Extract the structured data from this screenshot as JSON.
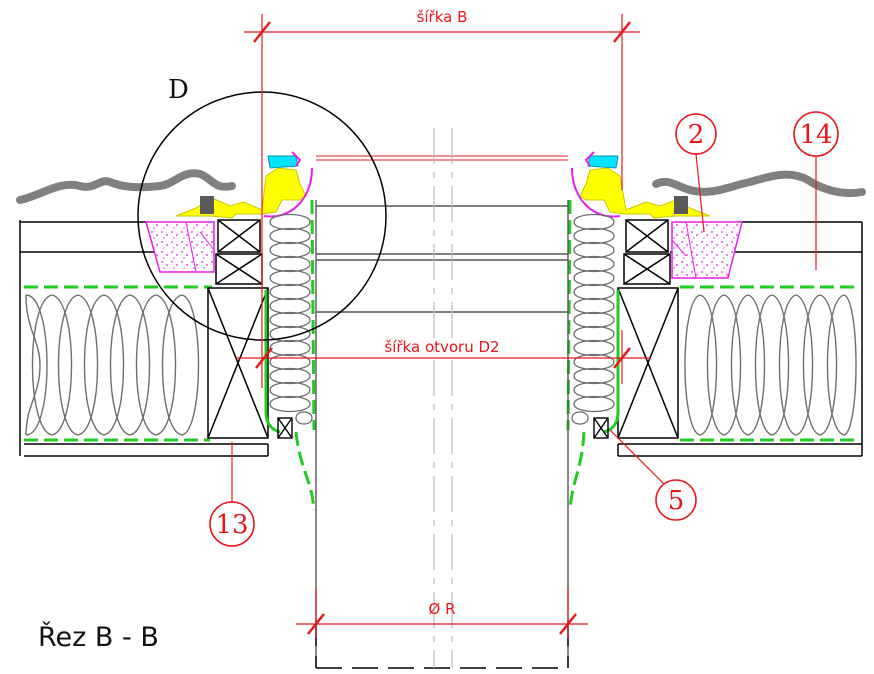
{
  "dimensions": {
    "width_b": "šířka B",
    "opening_width_d2": "šířka otvoru D2",
    "diameter_r": "Ø R"
  },
  "detail_label": "D",
  "section_title": "Řez B - B",
  "callouts": {
    "c2": "2",
    "c14": "14",
    "c13": "13",
    "c5": "5"
  },
  "colors": {
    "dimension": "#e8171b",
    "foil": "#1fcc1f",
    "tiles": "#808080",
    "foam": "#e81fe8",
    "flashing": "#ffff00",
    "seal": "#00e5ff"
  }
}
